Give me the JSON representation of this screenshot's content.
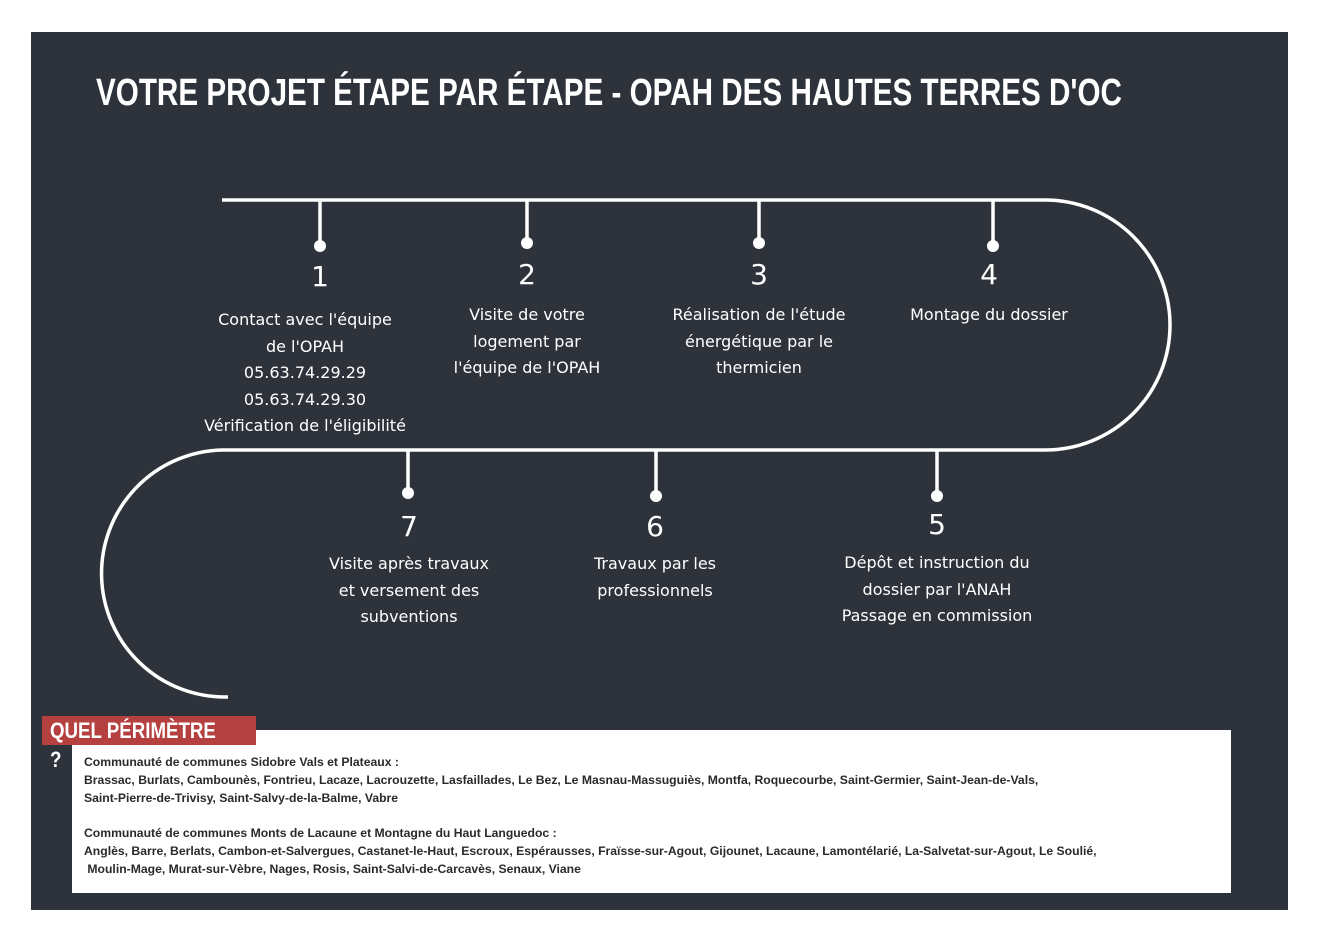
{
  "title": "VOTRE PROJET ÉTAPE PAR ÉTAPE - OPAH DES HAUTES TERRES D'OC",
  "steps": [
    {
      "number": "1",
      "lines": [
        "Contact avec l'équipe",
        "de l'OPAH",
        "05.63.74.29.29",
        "05.63.74.29.30",
        "Vérification de l'éligibilité"
      ]
    },
    {
      "number": "2",
      "lines": [
        "Visite de votre",
        "logement par",
        "l'équipe de l'OPAH"
      ]
    },
    {
      "number": "3",
      "lines": [
        "Réalisation de l'étude",
        "énergétique par le",
        "thermicien"
      ]
    },
    {
      "number": "4",
      "lines": [
        "Montage du dossier"
      ]
    },
    {
      "number": "5",
      "lines": [
        "Dépôt et instruction du",
        "dossier par l'ANAH",
        "Passage en commission"
      ]
    },
    {
      "number": "6",
      "lines": [
        "Travaux par les",
        "professionnels"
      ]
    },
    {
      "number": "7",
      "lines": [
        "Visite après travaux",
        "et versement des",
        "subventions"
      ]
    }
  ],
  "perimeter": {
    "label": "QUEL PÉRIMÈTRE ?",
    "groups": [
      {
        "heading": "Communauté de communes Sidobre Vals et Plateaux :",
        "line1": "Brassac, Burlats, Cambounès, Fontrieu, Lacaze, Lacrouzette, Lasfaillades, Le Bez, Le Masnau-Massuguiès, Montfa, Roquecourbe, Saint-Germier, Saint-Jean-de-Vals,",
        "line2": "Saint-Pierre-de-Trivisy, Saint-Salvy-de-la-Balme, Vabre"
      },
      {
        "heading": "Communauté de communes Monts de Lacaune et Montagne du Haut Languedoc :",
        "line1": "Anglès, Barre, Berlats, Cambon-et-Salvergues, Castanet-le-Haut, Escroux, Espérausses, Fraïsse-sur-Agout, Gijounet, Lacaune, Lamontélarié, La-Salvetat-sur-Agout, Le Soulié,",
        "line2": " Moulin-Mage, Murat-sur-Vèbre, Nages, Rosis, Saint-Salvi-de-Carcavès, Senaux, Viane"
      }
    ]
  },
  "colors": {
    "background": "#2e333b",
    "accent": "#b4403f",
    "line": "#ffffff"
  }
}
